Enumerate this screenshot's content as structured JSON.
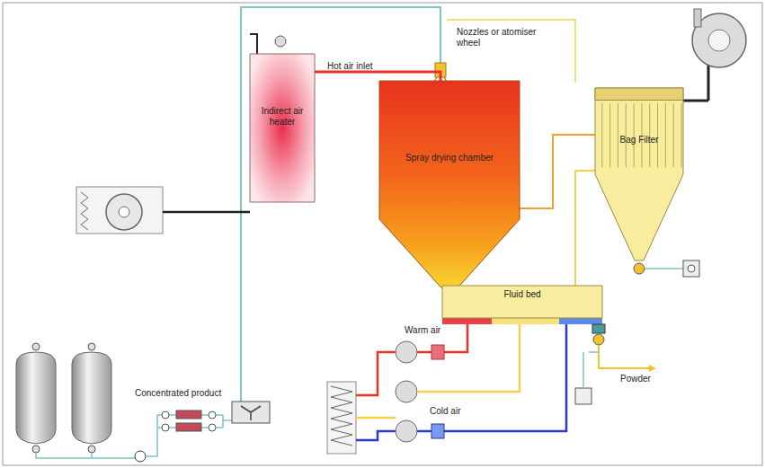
{
  "diagram": {
    "nodes": [
      {
        "text": [
          "Indirect air heater"
        ]
      },
      {
        "text": [
          "Spray drying chamber"
        ]
      },
      {
        "text": [
          "Bag Filter"
        ]
      },
      {
        "text": [
          "Fluid bed"
        ]
      }
    ],
    "edges": [
      {
        "from": 0,
        "to": 1,
        "arrow": "none"
      },
      {
        "from": 1,
        "to": 2,
        "arrow": "none"
      },
      {
        "from": 3,
        "to": 2,
        "arrow": "none"
      }
    ],
    "labels": [
      "Hot air inlet",
      "Nozzles or atomiser wheel",
      "Warm air",
      "Cold air",
      "Concentrated product",
      "Powder"
    ]
  }
}
